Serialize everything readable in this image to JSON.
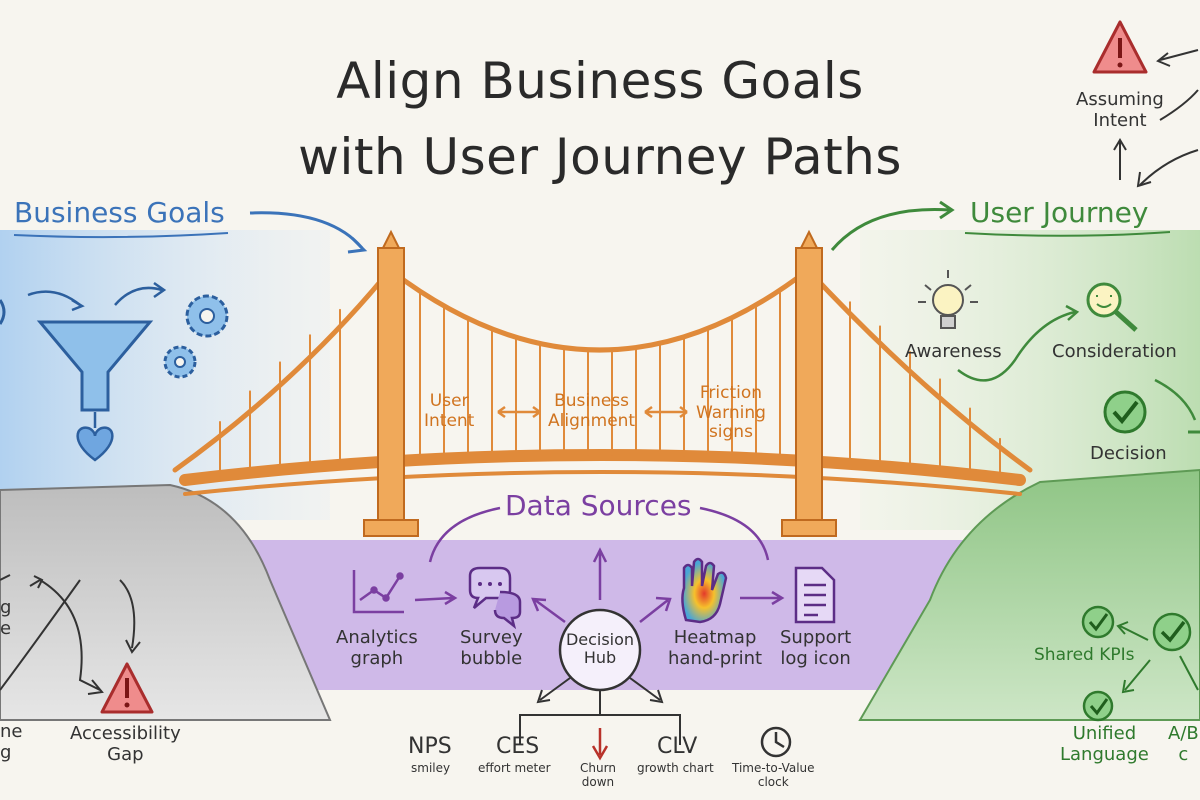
{
  "title": {
    "line1": "Align Business Goals",
    "line2": "with User Journey Paths"
  },
  "business_goals": {
    "heading": "Business Goals"
  },
  "user_journey": {
    "heading": "User Journey",
    "stages": [
      "Awareness",
      "Consideration",
      "Decision"
    ]
  },
  "bridge": {
    "labels": [
      "User\nIntent",
      "Business\nAlignment",
      "Friction\nWarning\nsigns"
    ]
  },
  "data_sources": {
    "heading": "Data Sources",
    "items": [
      "Analytics\ngraph",
      "Survey\nbubble",
      "Heatmap\nhand-print",
      "Support\nlog icon"
    ],
    "hub": "Decision\nHub"
  },
  "metrics": [
    {
      "name": "NPS",
      "sub": "smiley"
    },
    {
      "name": "CES",
      "sub": "effort meter"
    },
    {
      "name": "",
      "sub": "Churn\ndown"
    },
    {
      "name": "CLV",
      "sub": "growth chart"
    },
    {
      "name": "",
      "sub": "Time-to-Value\nclock"
    }
  ],
  "left_cliff": {
    "items": [
      "g\ne",
      "ne\ng",
      "Accessibility\nGap"
    ]
  },
  "right_cliff": {
    "items": [
      "Shared KPIs",
      "Unified\nLanguage",
      "A/B\nc"
    ]
  },
  "warning": {
    "label": "Assuming\nIntent"
  },
  "icons": {
    "funnel": "funnel-icon",
    "gears": "gear-icon",
    "heart": "heart-icon",
    "bulb": "lightbulb-icon",
    "magnifier": "magnifier-icon",
    "check": "checkmark-icon",
    "warning": "warning-triangle-icon",
    "chart": "line-chart-icon",
    "chat": "chat-bubble-icon",
    "hand": "hand-icon",
    "log": "document-icon",
    "clock": "clock-icon"
  },
  "colors": {
    "business": "#3b73b9",
    "journey": "#3f8a3c",
    "data": "#7b3fa1",
    "bridge": "#e08a3a",
    "warning": "#d94a4a",
    "ink": "#333333"
  }
}
